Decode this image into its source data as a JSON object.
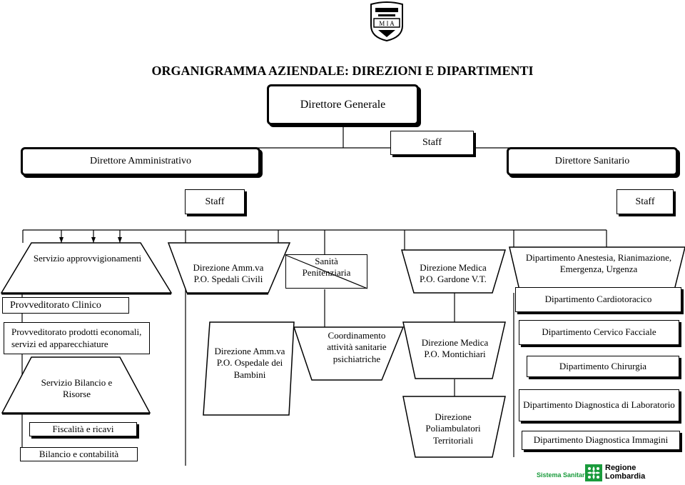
{
  "title": "ORGANIGRAMMA AZIENDALE: DIREZIONI E DIPARTIMENTI",
  "seal_text": "M I A",
  "top": {
    "direttore_generale": "Direttore Generale",
    "staff_dg": "Staff",
    "direttore_amministrativo": "Direttore Amministrativo",
    "direttore_sanitario": "Direttore Sanitario",
    "staff_left": "Staff",
    "staff_right": "Staff"
  },
  "admin": {
    "servizio_approvv": "Servizio approvvigionamenti",
    "provv_clinico": "Provveditorato Clinico",
    "provv_economali": "Provveditorato prodotti economali, servizi ed apparecchiature",
    "bilancio_risorse": "Servizio Bilancio e Risorse",
    "fiscalita": "Fiscalità e ricavi",
    "bilancio_contabilita": "Bilancio e contabilità"
  },
  "middle": {
    "dir_amm_spedali": "Direzione Amm.va P.O. Spedali Civili",
    "dir_amm_bambini": "Direzione Amm.va P.O. Ospedale dei Bambini",
    "sanita_penitenziaria": "Sanità Penitenziaria",
    "coord_psichiatriche": "Coordinamento attività sanitarie psichiatriche",
    "dir_med_gardone": "Direzione Medica P.O. Gardone V.T.",
    "dir_med_montichiari": "Direzione Medica P.O. Montichiari",
    "dir_poliambulatori": "Direzione Poliambulatori Territoriali"
  },
  "dipartimenti": [
    "Dipartimento Anestesia, Rianimazione, Emergenza, Urgenza",
    "Dipartimento Cardiotoracico",
    "Dipartimento Cervico Facciale",
    "Dipartimento Chirurgia",
    "Dipartimento Diagnostica di Laboratorio",
    "Dipartimento Diagnostica Immagini"
  ],
  "footer": {
    "sistema_sanitario": "Sistema Sanitario",
    "regione": "Regione",
    "lombardia": "Lombardia",
    "brand_green": "#1a9b3c"
  }
}
